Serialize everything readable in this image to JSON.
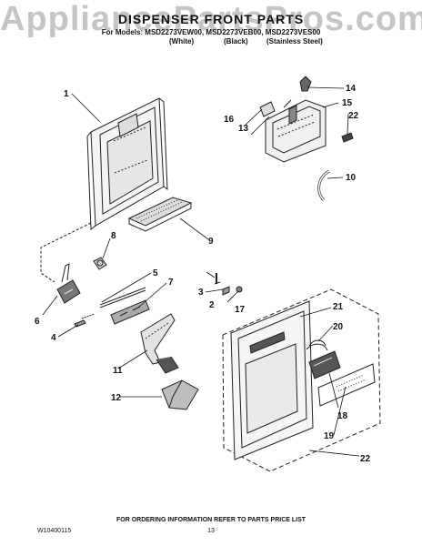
{
  "header": {
    "watermark": "AppliancePartsPros.com",
    "title": "DISPENSER FRONT PARTS",
    "models_line": "For Models: MSD2273VEW00, MSD2273VEB00, MSD2273VES00",
    "variants": [
      "(White)",
      "(Black)",
      "(Stainless Steel)"
    ]
  },
  "callouts": [
    "1",
    "2",
    "3",
    "4",
    "5",
    "6",
    "7",
    "8",
    "9",
    "10",
    "11",
    "12",
    "13",
    "14",
    "15",
    "16",
    "17",
    "18",
    "19",
    "20",
    "21",
    "22",
    "22"
  ],
  "footer": {
    "ordering_note": "FOR ORDERING INFORMATION REFER TO PARTS PRICE LIST",
    "doc_number": "W10400115",
    "page_number": "13"
  }
}
